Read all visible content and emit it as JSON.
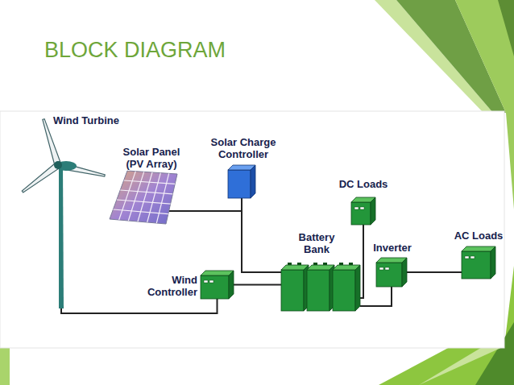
{
  "diagram": {
    "title": "BLOCK DIAGRAM",
    "nodes": [
      {
        "text": [
          "Wind Turbine"
        ]
      },
      {
        "text": [
          "Solar Panel (PV Array)"
        ]
      },
      {
        "text": [
          "Solar Charge Controller"
        ]
      },
      {
        "text": [
          "DC Loads"
        ]
      },
      {
        "text": [
          "Battery Bank"
        ]
      },
      {
        "text": [
          "Inverter"
        ]
      },
      {
        "text": [
          "AC Loads"
        ]
      },
      {
        "text": [
          "Wind Controller"
        ]
      }
    ],
    "edges": [
      {
        "from": 1,
        "to": 2,
        "arrow": "none"
      },
      {
        "from": 2,
        "to": 4,
        "arrow": "none"
      },
      {
        "from": 0,
        "to": 7,
        "arrow": "none"
      },
      {
        "from": 7,
        "to": 4,
        "arrow": "none"
      },
      {
        "from": 4,
        "to": 3,
        "arrow": "none"
      },
      {
        "from": 4,
        "to": 5,
        "arrow": "none"
      },
      {
        "from": 5,
        "to": 6,
        "arrow": "none"
      }
    ]
  }
}
